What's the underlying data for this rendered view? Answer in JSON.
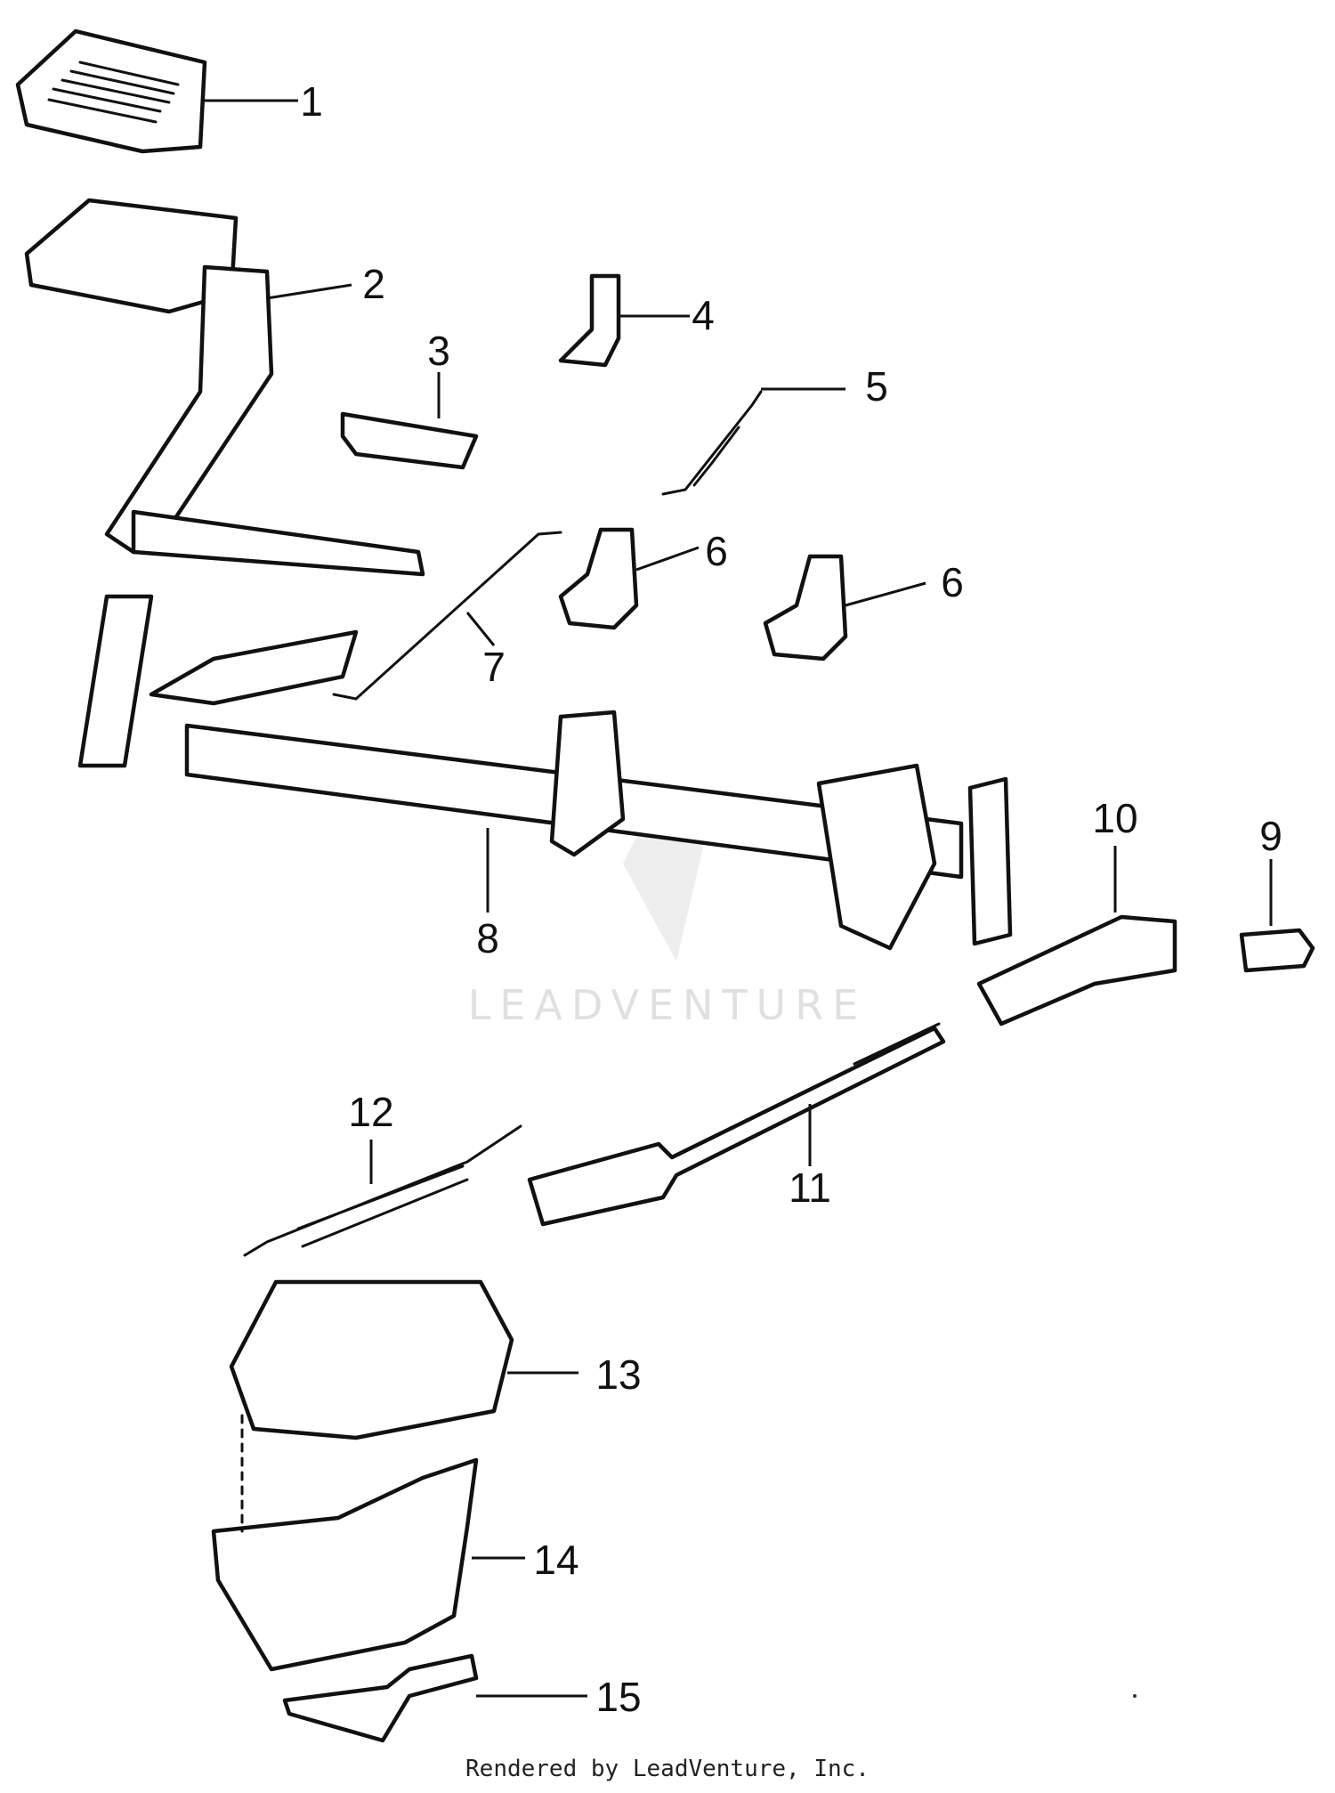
{
  "diagram": {
    "callouts": [
      "1",
      "2",
      "3",
      "4",
      "5",
      "6",
      "6",
      "7",
      "8",
      "9",
      "10",
      "11",
      "12",
      "13",
      "14",
      "15"
    ],
    "watermark": "LEADVENTURE",
    "footer": "Rendered by LeadVenture, Inc."
  }
}
